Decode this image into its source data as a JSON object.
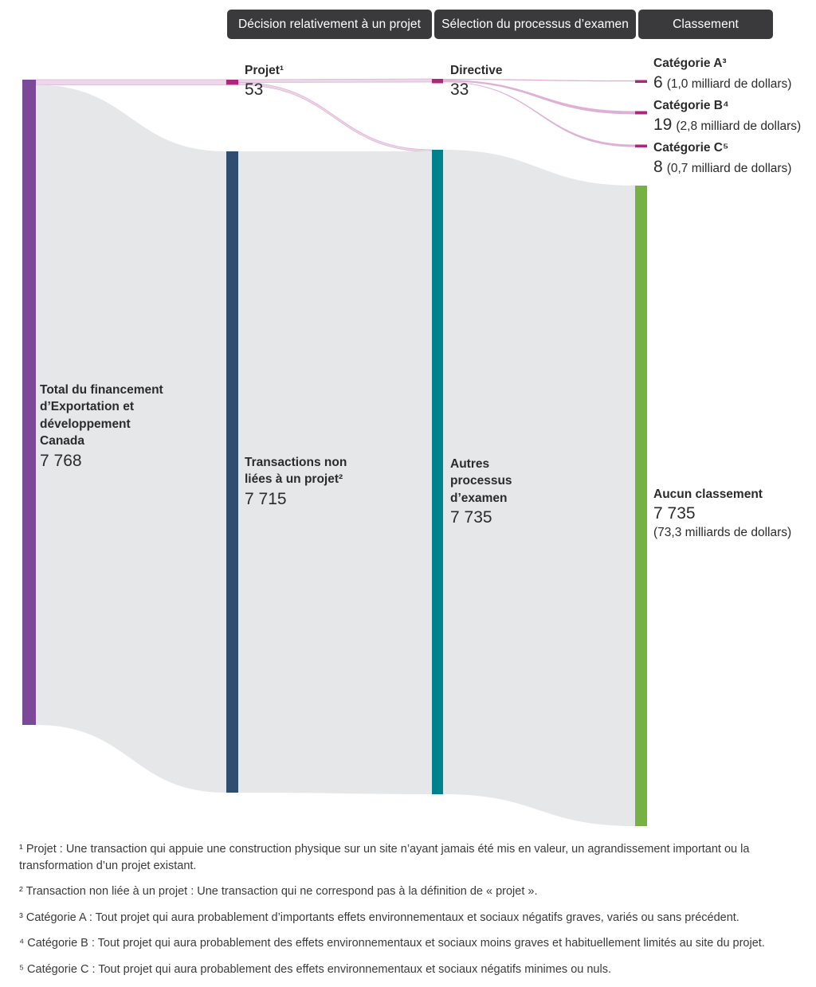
{
  "header": {
    "stages": [
      {
        "label": "Décision relativement à un projet"
      },
      {
        "label": "Sélection du processus d’examen"
      },
      {
        "label": "Classement"
      }
    ]
  },
  "chart_data": {
    "type": "sankey",
    "nodes": [
      {
        "id": "total",
        "label": "Total du financement d’Exportation et développement Canada",
        "value": "7 768"
      },
      {
        "id": "projet",
        "label": "Projet¹",
        "value": "53"
      },
      {
        "id": "transactions",
        "label": "Transactions non liées à un projet²",
        "value": "7 715"
      },
      {
        "id": "directive",
        "label": "Directive",
        "value": "33"
      },
      {
        "id": "autres",
        "label": "Autres processus d’examen",
        "value": "7 735"
      },
      {
        "id": "catA",
        "label": "Catégorie A³",
        "value": "6",
        "amount": "(1,0 milliard de dollars)"
      },
      {
        "id": "catB",
        "label": "Catégorie B⁴",
        "value": "19",
        "amount": "(2,8 milliard de dollars)"
      },
      {
        "id": "catC",
        "label": "Catégorie C⁵",
        "value": "8",
        "amount": "(0,7 milliard de dollars)"
      },
      {
        "id": "aucun",
        "label": "Aucun classement",
        "value": "7 735",
        "amount": "(73,3 milliards de dollars)"
      }
    ],
    "links": [
      {
        "source": "total",
        "target": "projet",
        "value": 53
      },
      {
        "source": "total",
        "target": "transactions",
        "value": 7715
      },
      {
        "source": "projet",
        "target": "directive",
        "value": 33
      },
      {
        "source": "projet",
        "target": "autres",
        "value": 20
      },
      {
        "source": "transactions",
        "target": "autres",
        "value": 7715
      },
      {
        "source": "directive",
        "target": "catA",
        "value": 6
      },
      {
        "source": "directive",
        "target": "catB",
        "value": 19
      },
      {
        "source": "directive",
        "target": "catC",
        "value": 8
      },
      {
        "source": "autres",
        "target": "aucun",
        "value": 7735
      }
    ],
    "colors": {
      "purple": "#7b4997",
      "magenta": "#b1267d",
      "blue": "#2f4d71",
      "teal": "#00828e",
      "green": "#76b144",
      "flow_gray": "#e6e7e9",
      "flow_pink": "#eed6e9",
      "flow_pink_edge": "#dcb4d6",
      "flow_pink_line": "#dfb0d6",
      "header_bg": "#3a3a3c"
    }
  },
  "footnotes": [
    "¹ Projet : Une transaction qui appuie une construction physique sur un site n’ayant jamais été mis en valeur, un agrandissement important ou la transformation d’un projet existant.",
    "² Transaction non liée à un projet : Une transaction qui ne correspond pas à la définition de « projet ».",
    "³ Catégorie A : Tout projet qui aura probablement d’importants effets environnementaux et sociaux négatifs graves, variés ou sans précédent.",
    "⁴ Catégorie B : Tout projet qui aura probablement des effets environnementaux et sociaux moins graves et habituellement limités au site du projet.",
    "⁵ Catégorie C : Tout projet qui aura probablement des effets environnementaux et sociaux négatifs minimes ou nuls."
  ]
}
